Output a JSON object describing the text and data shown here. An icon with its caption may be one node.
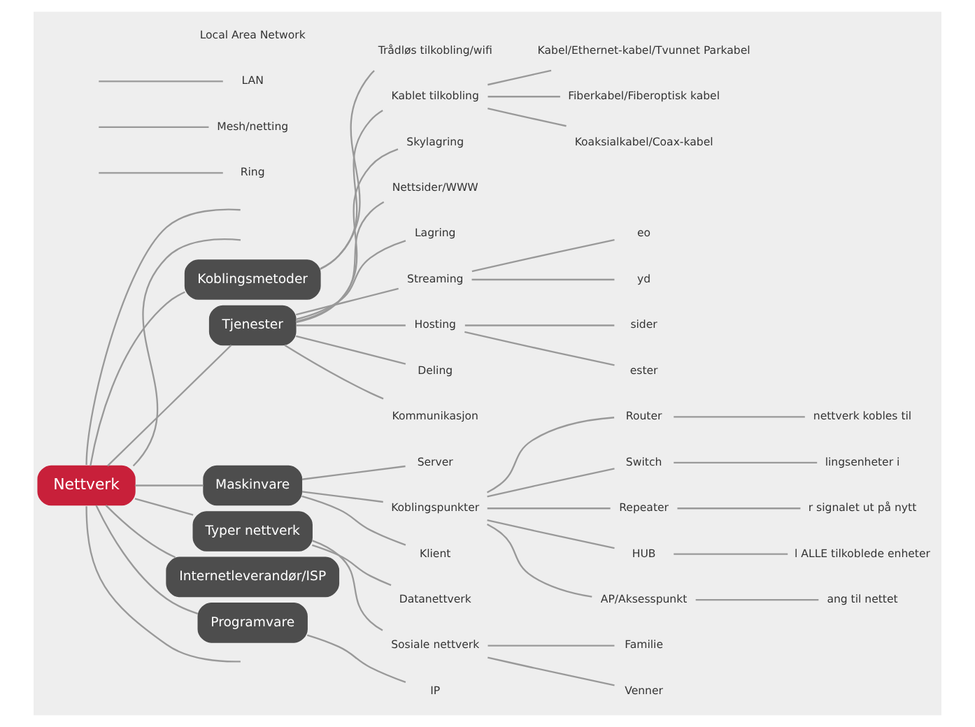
{
  "diagram": {
    "nodes": [
      {
        "text": [
          "Nettverk"
        ]
      },
      {
        "text": [
          "Koblingsmetoder"
        ]
      },
      {
        "text": [
          "Trådløs tilkobling/wifi"
        ]
      },
      {
        "text": [
          "Kablet tilkobling"
        ]
      },
      {
        "text": [
          "Kabel/Ethernet-kabel/Tvunnet Parkabel"
        ]
      },
      {
        "text": [
          "Fiberkabel/Fiberoptisk kabel"
        ]
      },
      {
        "text": [
          "Koaksialkabel/Coax-kabel"
        ]
      },
      {
        "text": [
          "Tjenester"
        ]
      },
      {
        "text": [
          "Skylagring"
        ]
      },
      {
        "text": [
          "Nettsider/WWW"
        ]
      },
      {
        "text": [
          "Lagring"
        ]
      },
      {
        "text": [
          "Streaming"
        ]
      },
      {
        "text": [
          "eo"
        ]
      },
      {
        "text": [
          "yd"
        ]
      },
      {
        "text": [
          "Hosting"
        ]
      },
      {
        "text": [
          "sider"
        ]
      },
      {
        "text": [
          "ester"
        ]
      },
      {
        "text": [
          "Deling"
        ]
      },
      {
        "text": [
          "Kommunikasjon"
        ]
      },
      {
        "text": [
          "Maskinvare"
        ]
      },
      {
        "text": [
          "Server"
        ]
      },
      {
        "text": [
          "Koblingspunkter"
        ]
      },
      {
        "text": [
          "Router"
        ]
      },
      {
        "text": [
          "nettverk kobles til"
        ]
      },
      {
        "text": [
          "Switch"
        ]
      },
      {
        "text": [
          "lingsenheter i"
        ]
      },
      {
        "text": [
          "Repeater"
        ]
      },
      {
        "text": [
          "r signalet ut på nytt"
        ]
      },
      {
        "text": [
          "HUB"
        ]
      },
      {
        "text": [
          "l ALLE tilkoblede enheter"
        ]
      },
      {
        "text": [
          "AP/Aksesspunkt"
        ]
      },
      {
        "text": [
          "ang til nettet"
        ]
      },
      {
        "text": [
          "Klient"
        ]
      },
      {
        "text": [
          "Typer nettverk"
        ]
      },
      {
        "text": [
          "Datanettverk"
        ]
      },
      {
        "text": [
          "Sosiale nettverk"
        ]
      },
      {
        "text": [
          "Familie"
        ]
      },
      {
        "text": [
          "Venner"
        ]
      },
      {
        "text": [
          "Internetleverandør/ISP"
        ]
      },
      {
        "text": [
          "Programvare"
        ]
      },
      {
        "text": [
          "IP"
        ]
      },
      {
        "text": [
          "Ring"
        ]
      },
      {
        "text": [
          "Mesh/netting"
        ]
      },
      {
        "text": [
          "LAN"
        ],
        "beside": [
          "Local Area Network"
        ]
      }
    ],
    "edges": [
      {
        "from": 0,
        "to": 1,
        "arrow": "none"
      },
      {
        "from": 1,
        "to": 2,
        "arrow": "none"
      },
      {
        "from": 1,
        "to": 3,
        "arrow": "none"
      },
      {
        "from": 3,
        "to": 4,
        "arrow": "none"
      },
      {
        "from": 3,
        "to": 5,
        "arrow": "none"
      },
      {
        "from": 3,
        "to": 6,
        "arrow": "none"
      },
      {
        "from": 0,
        "to": 7,
        "arrow": "none"
      },
      {
        "from": 7,
        "to": 8,
        "arrow": "none"
      },
      {
        "from": 7,
        "to": 9,
        "arrow": "none"
      },
      {
        "from": 7,
        "to": 10,
        "arrow": "none"
      },
      {
        "from": 7,
        "to": 11,
        "arrow": "none"
      },
      {
        "from": 11,
        "to": 12,
        "arrow": "none"
      },
      {
        "from": 11,
        "to": 13,
        "arrow": "none"
      },
      {
        "from": 7,
        "to": 14,
        "arrow": "none"
      },
      {
        "from": 14,
        "to": 15,
        "arrow": "none"
      },
      {
        "from": 14,
        "to": 16,
        "arrow": "none"
      },
      {
        "from": 7,
        "to": 17,
        "arrow": "none"
      },
      {
        "from": 7,
        "to": 18,
        "arrow": "none"
      },
      {
        "from": 0,
        "to": 19,
        "arrow": "none"
      },
      {
        "from": 19,
        "to": 20,
        "arrow": "none"
      },
      {
        "from": 19,
        "to": 21,
        "arrow": "none"
      },
      {
        "from": 21,
        "to": 22,
        "arrow": "none"
      },
      {
        "from": 22,
        "to": 23,
        "arrow": "none"
      },
      {
        "from": 21,
        "to": 24,
        "arrow": "none"
      },
      {
        "from": 24,
        "to": 25,
        "arrow": "none"
      },
      {
        "from": 21,
        "to": 26,
        "arrow": "none"
      },
      {
        "from": 26,
        "to": 27,
        "arrow": "none"
      },
      {
        "from": 21,
        "to": 28,
        "arrow": "none"
      },
      {
        "from": 28,
        "to": 29,
        "arrow": "none"
      },
      {
        "from": 21,
        "to": 30,
        "arrow": "none"
      },
      {
        "from": 30,
        "to": 31,
        "arrow": "none"
      },
      {
        "from": 19,
        "to": 32,
        "arrow": "none"
      },
      {
        "from": 0,
        "to": 33,
        "arrow": "none"
      },
      {
        "from": 33,
        "to": 34,
        "arrow": "none"
      },
      {
        "from": 33,
        "to": 35,
        "arrow": "none"
      },
      {
        "from": 35,
        "to": 36,
        "arrow": "none"
      },
      {
        "from": 35,
        "to": 37,
        "arrow": "none"
      },
      {
        "from": 0,
        "to": 38,
        "arrow": "none"
      },
      {
        "from": 0,
        "to": 39,
        "arrow": "none"
      },
      {
        "from": 39,
        "to": 40,
        "arrow": "none"
      },
      {
        "from": null,
        "to": 41,
        "arrow": "none"
      },
      {
        "from": null,
        "to": 42,
        "arrow": "none"
      },
      {
        "from": null,
        "to": 43,
        "arrow": "none"
      },
      {
        "from": 0,
        "to": null,
        "arrow": "none"
      },
      {
        "from": 0,
        "to": null,
        "arrow": "none"
      },
      {
        "from": 0,
        "to": null,
        "arrow": "none"
      }
    ]
  }
}
